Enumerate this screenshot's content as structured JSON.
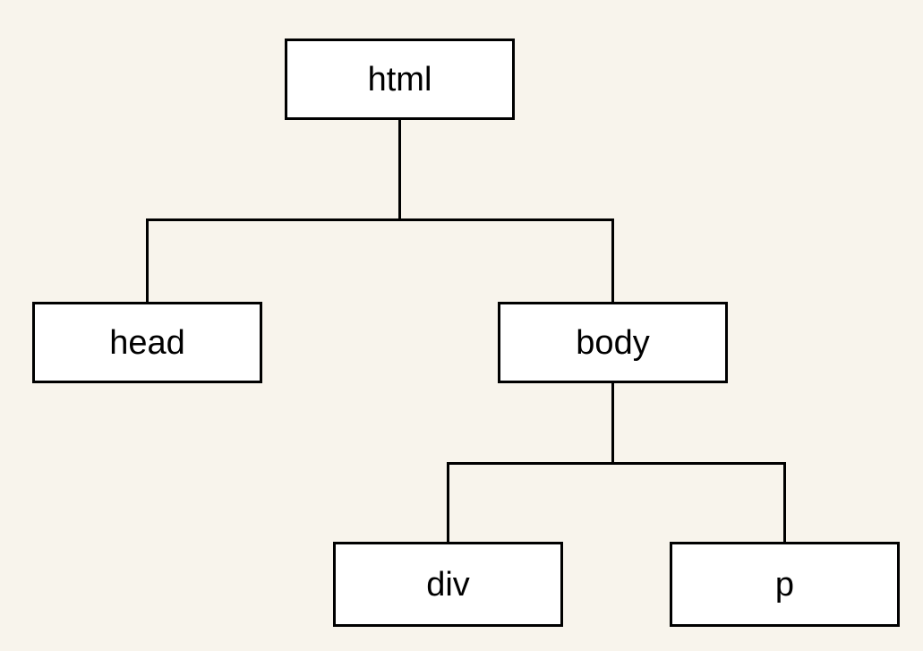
{
  "diagram": {
    "type": "tree",
    "description": "DOM tree structure of an HTML document",
    "nodes": [
      {
        "id": "html",
        "label": "html",
        "parent": null
      },
      {
        "id": "head",
        "label": "head",
        "parent": "html"
      },
      {
        "id": "body",
        "label": "body",
        "parent": "html"
      },
      {
        "id": "div",
        "label": "div",
        "parent": "body"
      },
      {
        "id": "p",
        "label": "p",
        "parent": "body"
      }
    ],
    "edges": [
      {
        "from": "html",
        "to": "head"
      },
      {
        "from": "html",
        "to": "body"
      },
      {
        "from": "body",
        "to": "div"
      },
      {
        "from": "body",
        "to": "p"
      }
    ],
    "colors": {
      "background": "#F8F4EC",
      "node_fill": "#FFFFFF",
      "node_border": "#000000",
      "connector": "#000000",
      "text": "#000000"
    }
  }
}
